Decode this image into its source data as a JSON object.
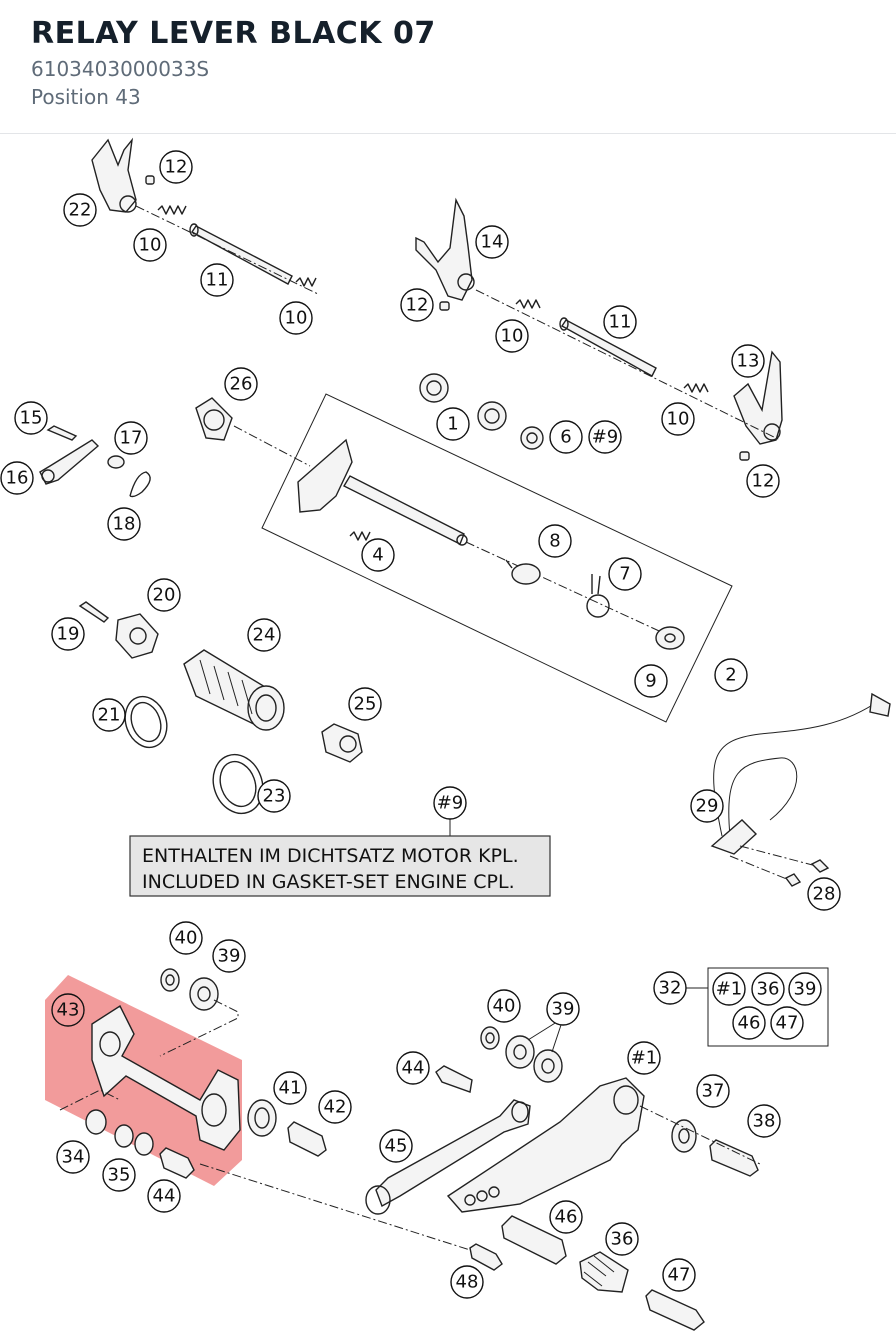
{
  "header": {
    "title": "RELAY LEVER BLACK 07",
    "part_number": "6103403000033S",
    "position": "Position 43"
  },
  "diagram": {
    "highlight_color": "#f08a8a",
    "note": {
      "ref": "#9",
      "line1": "ENTHALTEN IM DICHTSATZ MOTOR KPL.",
      "line2": "INCLUDED IN GASKET-SET ENGINE CPL."
    },
    "kit_ref": "32",
    "kit_items": [
      "#1",
      "36",
      "39",
      "46",
      "47"
    ],
    "callouts": [
      "12",
      "22",
      "10",
      "11",
      "10",
      "14",
      "12",
      "10",
      "11",
      "13",
      "10",
      "12",
      "26",
      "1",
      "6",
      "#9",
      "15",
      "17",
      "16",
      "18",
      "4",
      "8",
      "7",
      "2",
      "9",
      "20",
      "19",
      "24",
      "21",
      "25",
      "23",
      "29",
      "28",
      "#9",
      "40",
      "39",
      "43",
      "41",
      "42",
      "34",
      "35",
      "44",
      "40",
      "39",
      "44",
      "45",
      "#1",
      "37",
      "38",
      "46",
      "36",
      "47",
      "48"
    ]
  }
}
